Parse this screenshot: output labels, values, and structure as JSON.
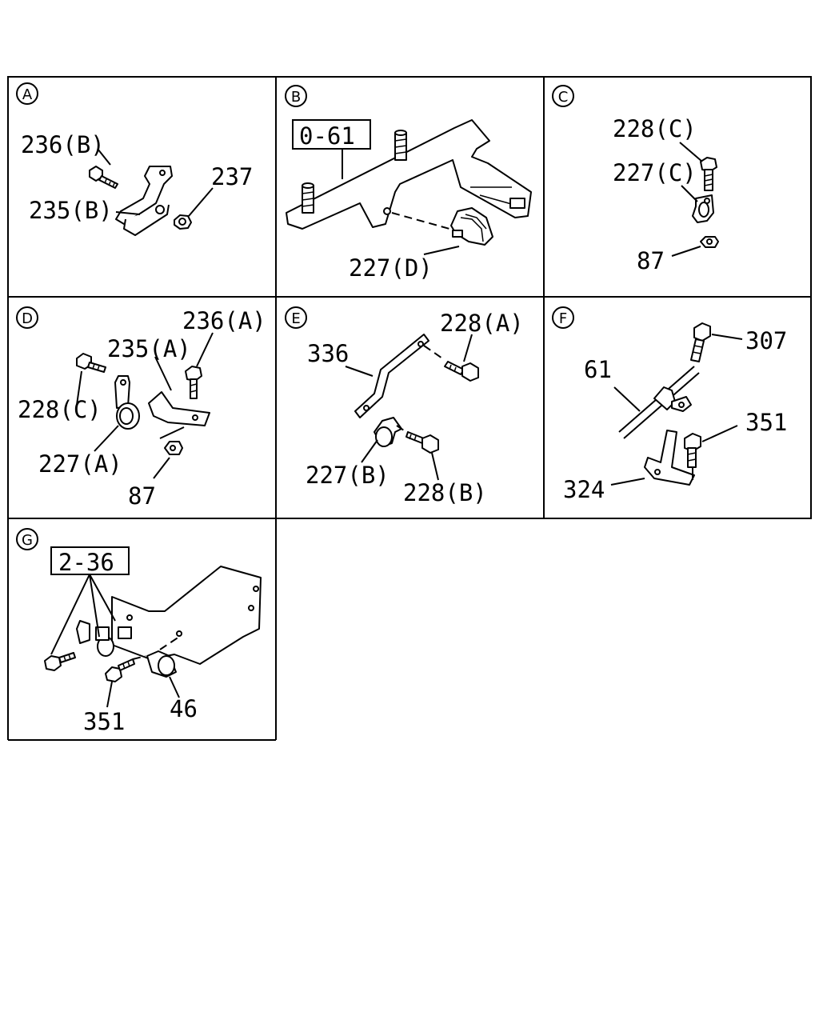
{
  "panels": [
    {
      "id": "A",
      "labels": [
        "236(B)",
        "235(B)",
        "237"
      ]
    },
    {
      "id": "B",
      "labels": [
        "227(D)"
      ],
      "ref_box": "0-61"
    },
    {
      "id": "C",
      "labels": [
        "228(C)",
        "227(C)",
        "87"
      ]
    },
    {
      "id": "D",
      "labels": [
        "236(A)",
        "235(A)",
        "228(C)",
        "227(A)",
        "87"
      ]
    },
    {
      "id": "E",
      "labels": [
        "336",
        "228(A)",
        "227(B)",
        "228(B)"
      ]
    },
    {
      "id": "F",
      "labels": [
        "307",
        "61",
        "351",
        "324"
      ]
    },
    {
      "id": "G",
      "labels": [
        "351",
        "46"
      ],
      "ref_box": "2-36"
    }
  ]
}
